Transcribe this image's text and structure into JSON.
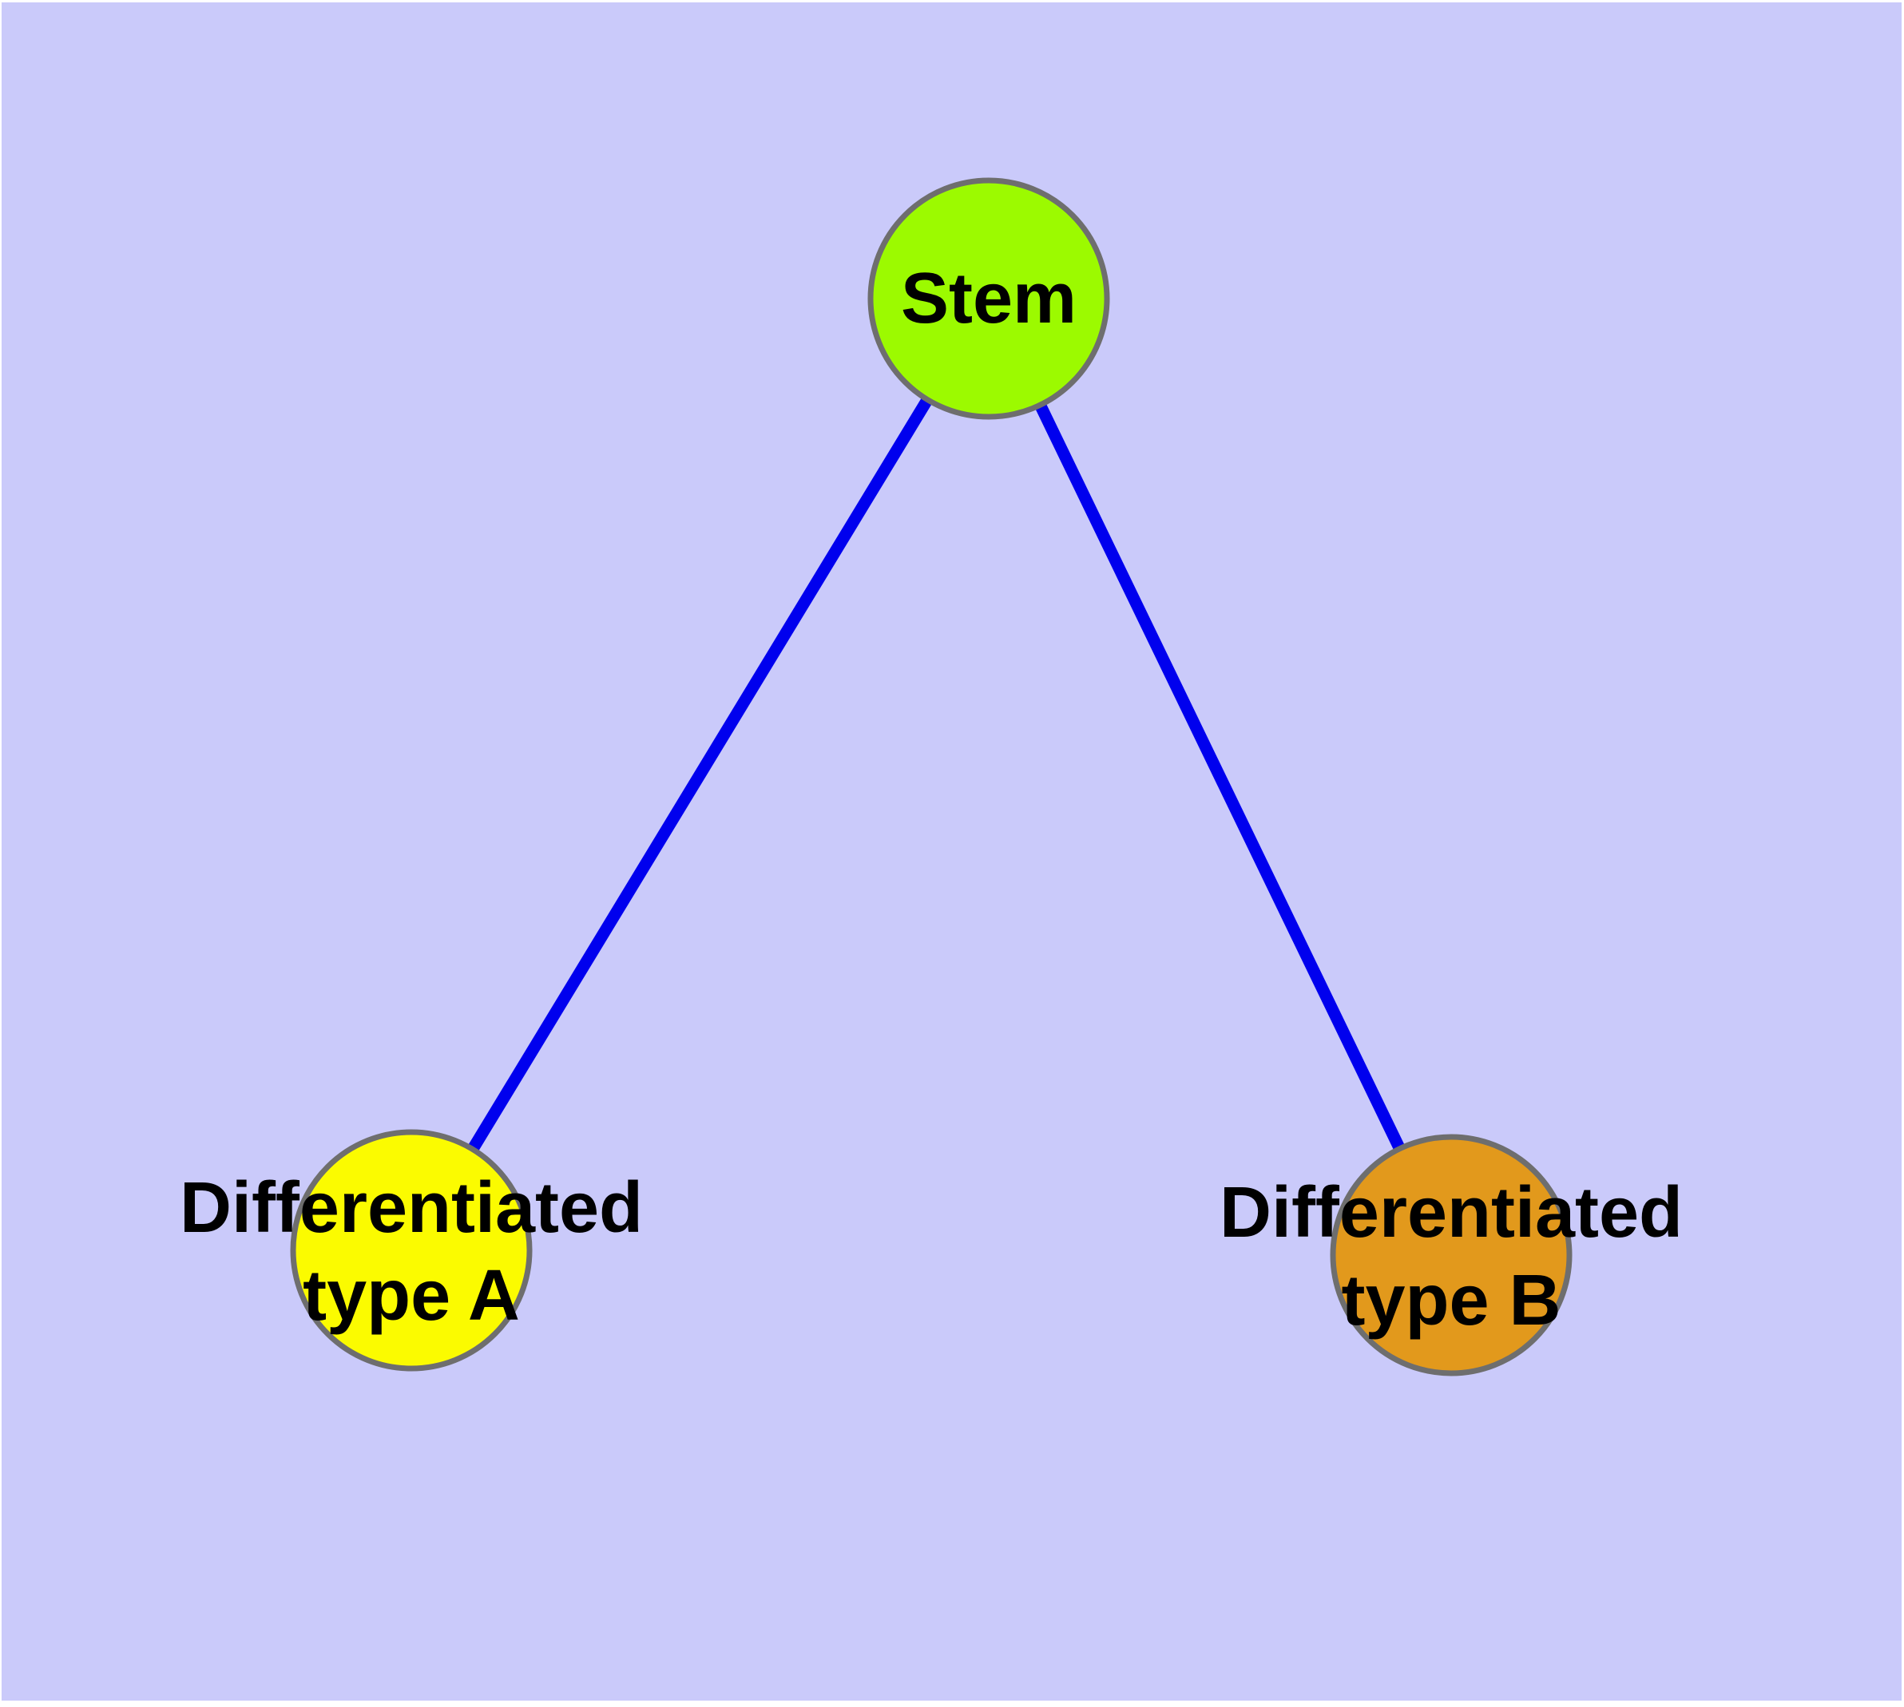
{
  "diagram": {
    "type": "graph",
    "background_color": "#cacafa",
    "page_margin_color": "#ffffff",
    "edge_color": "#0000ee",
    "node_border_color": "#6e6e6e",
    "label_color": "#000000",
    "nodes": [
      {
        "id": "stem",
        "label_lines": [
          "Stem"
        ],
        "fill": "#9cfa00"
      },
      {
        "id": "differentiated-type-a",
        "label_lines": [
          "Differentiated",
          "type A"
        ],
        "fill": "#fbfb00"
      },
      {
        "id": "differentiated-type-b",
        "label_lines": [
          "Differentiated",
          "type B"
        ],
        "fill": "#e2991c"
      }
    ],
    "edges": [
      {
        "from": "Stem",
        "to": "Differentiated type A"
      },
      {
        "from": "Stem",
        "to": "Differentiated type B"
      }
    ]
  }
}
